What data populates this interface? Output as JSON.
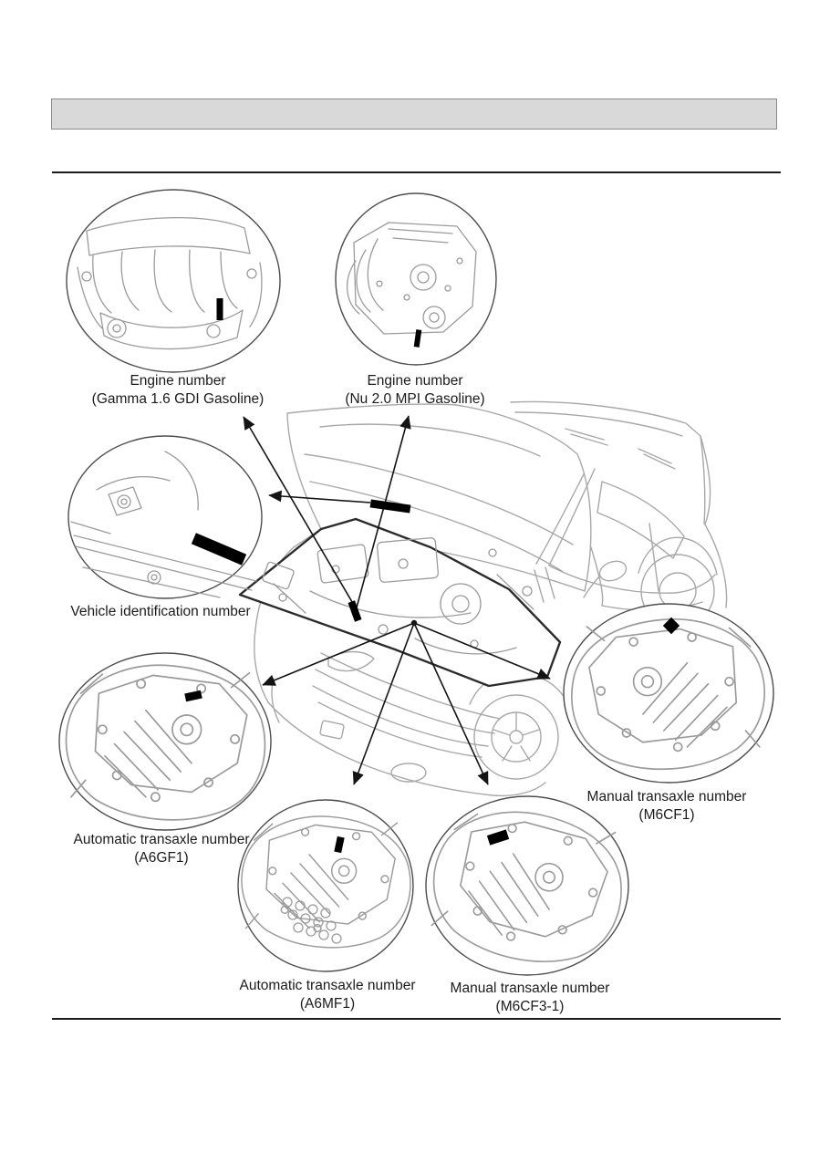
{
  "figure": {
    "callouts": [
      {
        "id": "engine-gamma",
        "line1": "Engine number",
        "line2": "(Gamma 1.6 GDI Gasoline)"
      },
      {
        "id": "engine-nu",
        "line1": "Engine number",
        "line2": "(Nu 2.0 MPI Gasoline)"
      },
      {
        "id": "vin",
        "line1": "Vehicle identification number"
      },
      {
        "id": "at-a6gf1",
        "line1": "Automatic transaxle number",
        "line2": "(A6GF1)"
      },
      {
        "id": "mt-m6cf1",
        "line1": "Manual transaxle number",
        "line2": "(M6CF1)"
      },
      {
        "id": "at-a6mf1",
        "line1": "Automatic transaxle number",
        "line2": "(A6MF1)"
      },
      {
        "id": "mt-m6cf3",
        "line1": "Manual transaxle number",
        "line2": "(M6CF3-1)"
      }
    ]
  },
  "colors": {
    "page_bg": "#ffffff",
    "header_bar_fill": "#d9d9d9",
    "header_bar_border": "#8a8a8a",
    "rule": "#1c1c1c",
    "callout_text": "#1b1b1b",
    "marker": "#000000",
    "arrow": "#141414",
    "sketch_line": "#a8a8a8",
    "bay_outline": "#2b2b2b",
    "circle_stroke": "#4d4d4d"
  }
}
